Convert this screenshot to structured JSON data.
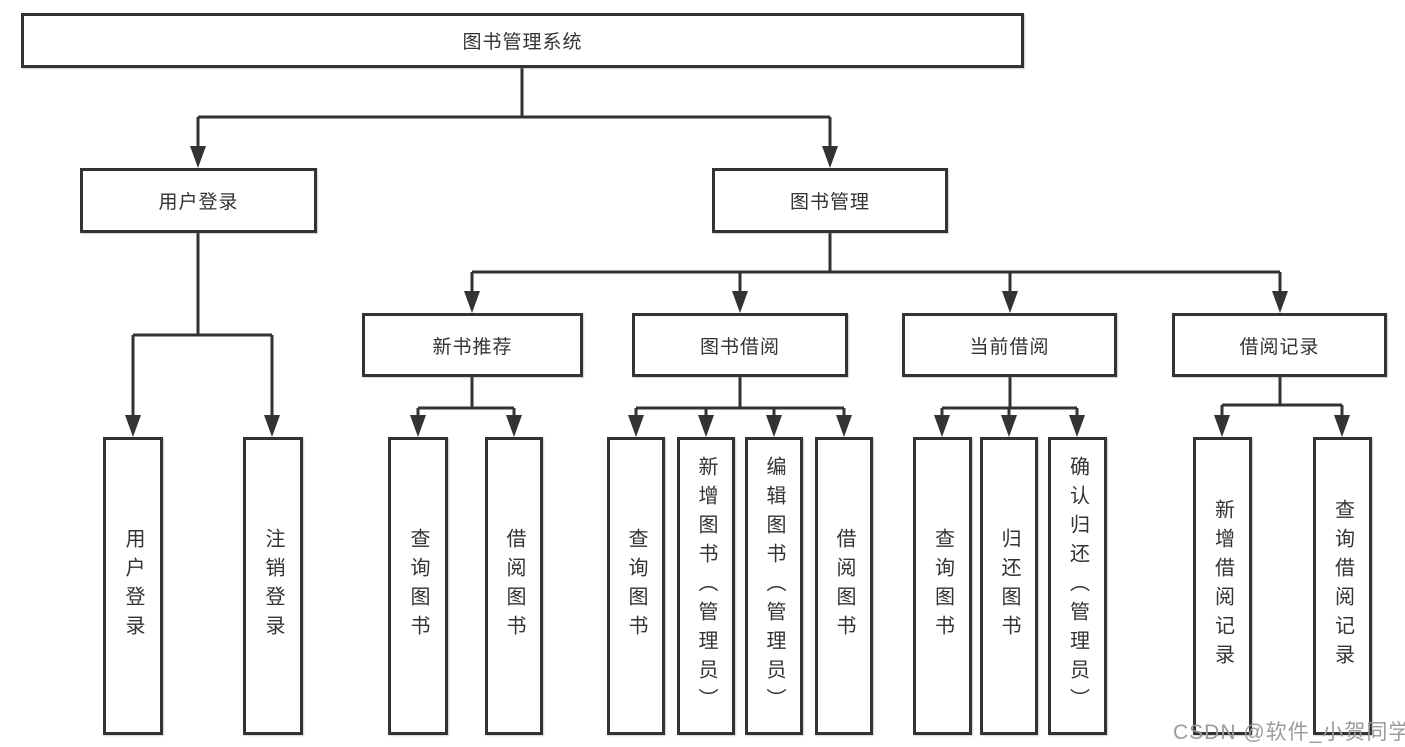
{
  "tree": {
    "root": "图书管理系统",
    "branches": [
      {
        "label": "用户登录",
        "children": [
          "用户登录",
          "注销登录"
        ]
      },
      {
        "label": "图书管理",
        "sections": [
          {
            "label": "新书推荐",
            "children": [
              "查询图书",
              "借阅图书"
            ]
          },
          {
            "label": "图书借阅",
            "children": [
              "查询图书",
              "新增图书（管理员）",
              "编辑图书（管理员）",
              "借阅图书"
            ]
          },
          {
            "label": "当前借阅",
            "children": [
              "查询图书",
              "归还图书",
              "确认归还（管理员）"
            ]
          },
          {
            "label": "借阅记录",
            "children": [
              "新增借阅记录",
              "查询借阅记录"
            ]
          }
        ]
      }
    ]
  },
  "watermark": "CSDN @软件_小贺同学",
  "colors": {
    "line": "#333333",
    "box_border": "#333333",
    "text": "#333333",
    "watermark": "#9b9b9b",
    "background": "#ffffff"
  }
}
